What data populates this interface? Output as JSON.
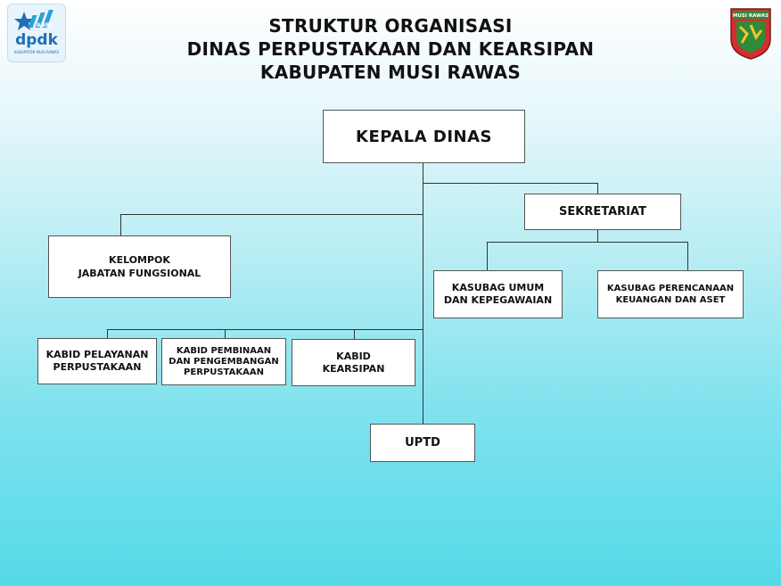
{
  "header": {
    "title_line1": "STRUKTUR ORGANISASI",
    "title_line2": "DINAS PERPUSTAKAAN DAN KEARSIPAN",
    "title_line3": "KABUPATEN MUSI RAWAS"
  },
  "logos": {
    "left_brand": "dpdk",
    "left_sub": "KABUPATEN MUSI RAWAS",
    "left_badge": "ANRI",
    "right_text": "MUSI RAWAS"
  },
  "chart": {
    "kepala": "KEPALA DINAS",
    "sekretariat": "SEKRETARIAT",
    "fungsional": "KELOMPOK\nJABATAN FUNGSIONAL",
    "kasubag_umum": "KASUBAG UMUM\nDAN KEPEGAWAIAN",
    "kasubag_perencanaan": "KASUBAG PERENCANAAN\nKEUANGAN DAN ASET",
    "kabid_pelayanan": "KABID PELAYANAN\nPERPUSTAKAAN",
    "kabid_pembinaan": "KABID PEMBINAAN\nDAN PENGEMBANGAN\nPERPUSTAKAAN",
    "kabid_kearsipan": "KABID\nKEARSIPAN",
    "uptd": "UPTD"
  },
  "colors": {
    "background_top": "#ffffff",
    "background_bottom": "#55dae8",
    "box_fill": "#ffffff",
    "dpdk_blue": "#1f6fb5",
    "crest_red": "#d32f2f",
    "crest_green": "#2e8b3a"
  }
}
